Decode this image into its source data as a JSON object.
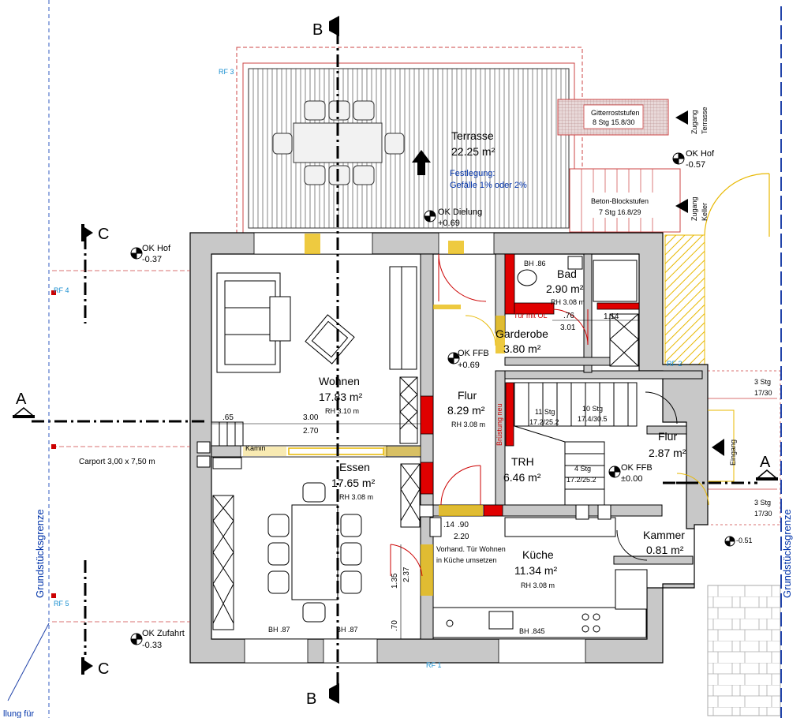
{
  "rooms": {
    "terrasse": {
      "name": "Terrasse",
      "area": "22.25 m²",
      "note1": "Festlegung:",
      "note2": "Gefälle 1% oder 2%"
    },
    "wohnen": {
      "name": "Wohnen",
      "area": "17.83 m²",
      "rh": "RH 3.10 m"
    },
    "essen": {
      "name": "Essen",
      "area": "17.65 m²",
      "rh": "RH 3.08 m"
    },
    "flur1": {
      "name": "Flur",
      "area": "8.29 m²",
      "rh": "RH 3.08 m"
    },
    "bad": {
      "name": "Bad",
      "area": "2.90 m²",
      "rh": "RH 3.08 m"
    },
    "garderobe": {
      "name": "Garderobe",
      "area": "3.80 m²"
    },
    "trh": {
      "name": "TRH",
      "area": "6.46 m²"
    },
    "flur2": {
      "name": "Flur",
      "area": "2.87 m²"
    },
    "kammer": {
      "name": "Kammer",
      "area": "0.81 m²"
    },
    "kueche": {
      "name": "Küche",
      "area": "11.34 m²",
      "rh": "RH 3.08 m"
    }
  },
  "levels": {
    "dielung_label": "OK Dielung",
    "dielung_value": "+0.69",
    "hof_label": "OK Hof",
    "hof_value": "-0.57",
    "hof_left_label": "OK Hof",
    "hof_left_value": "-0.37",
    "ffb1_label": "OK FFB",
    "ffb1_value": "+0.69",
    "ffb2_label": "OK FFB",
    "ffb2_value": "±0.00",
    "zufahrt_label": "OK Zufahrt",
    "zufahrt_value": "-0.33",
    "right_value": "-0.51"
  },
  "stairs": {
    "gitterrost1": "Gitterroststufen",
    "gitterrost2": "8 Stg 15.8/30",
    "beton1": "Beton-Blockstufen",
    "beton2": "7 Stg 16.8/29",
    "s1a": "11 Stg",
    "s1b": "17.2/25.2",
    "s2a": "10 Stg",
    "s2b": "17.4/30.5",
    "s3a": "4 Stg",
    "s3b": "17.2/25.2",
    "s4a": "3 Stg",
    "s4b": "17/30",
    "s5a": "3 Stg",
    "s5b": "17/30"
  },
  "labels": {
    "zugang_terrasse1": "Zugang",
    "zugang_terrasse2": "Terrasse",
    "zugang_keller1": "Zugang",
    "zugang_keller2": "Keller",
    "eingang": "Eingang",
    "bruestung": "Brüstung neu",
    "tuer_ol": "Tür mit OL",
    "kamin": "Kamin",
    "carport": "Carport 3,00 x 7,50 m",
    "grenze_left": "Grundstücksgrenze",
    "grenze_right": "Grundstücksgrenze",
    "vorhand1": "Vorhand. Tür Wohnen",
    "vorhand2": "in Küche umsetzen",
    "cut_note": "llung für"
  },
  "sections": {
    "b_top": "B",
    "b_bottom": "B",
    "c_top": "C",
    "c_bottom": "C",
    "a_left": "A",
    "a_right": "A"
  },
  "refs": {
    "rf1": "RF 1",
    "rf2": "RF 2",
    "rf3": "RF 3",
    "rf4": "RF 4",
    "rf5": "RF 5"
  },
  "dims": {
    "d065": ".65",
    "d300": "3.00",
    "d270": "2.70",
    "d135": "1.35",
    "d237": "2.37",
    "d070": ".70",
    "d14": ".14",
    "d090": ".90",
    "d220": "2.20",
    "d076": ".76",
    "d301": "3.01",
    "d114": "1.14",
    "bh86": "BH .86",
    "bh87a": "BH .87",
    "bh87b": "BH .87",
    "bh845": "BH .845"
  }
}
